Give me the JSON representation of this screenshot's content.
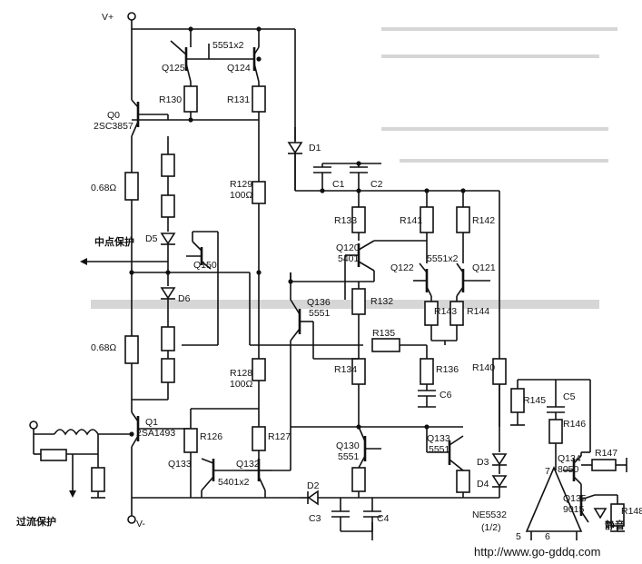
{
  "nodes": {
    "vplus": "V+",
    "vminus": "V-",
    "q125": "Q125",
    "q124": "Q124",
    "pair_top": "5551x2",
    "r130": "R130",
    "r131": "R131",
    "q0": "Q0",
    "q0_part": "2SC3857",
    "d1": "D1",
    "r129": "R129",
    "r129_val": "100Ω",
    "r_emit_top": "0.68Ω",
    "c1": "C1",
    "c2": "C2",
    "d5": "D5",
    "midpoint_protect": "中点保护",
    "q150": "Q150",
    "r133": "R133",
    "r141": "R141",
    "r142": "R142",
    "q120": "Q120",
    "q120_part": "5401",
    "q122": "Q122",
    "q121": "Q121",
    "pair_diff": "5551x2",
    "d6": "D6",
    "q136": "Q136",
    "q136_part": "5551",
    "r132": "R132",
    "r143": "R143",
    "r144": "R144",
    "r_emit_bot": "0.68Ω",
    "r135": "R135",
    "r128": "R128",
    "r128_val": "100Ω",
    "r134": "R134",
    "r136": "R136",
    "c6": "C6",
    "r140": "R140",
    "r145": "R145",
    "c5": "C5",
    "q1": "Q1",
    "q1_part": "2SA1493",
    "r126": "R126",
    "r127": "R127",
    "q130": "Q130",
    "q130_part": "5551",
    "q133": "Q133",
    "q133_part": "5551",
    "d3": "D3",
    "d4": "D4",
    "r146": "R146",
    "q134": "Q134",
    "q134_part": "8050",
    "r147": "R147",
    "q135": "Q135",
    "q135_part": "9015",
    "mute": "静音",
    "r148": "R148",
    "opamp": "NE5532",
    "opamp_half": "(1/2)",
    "pin5": "5",
    "pin6": "6",
    "pin7": "7",
    "q133b": "Q133",
    "q132": "Q132",
    "pair_bot": "5401x2",
    "d2": "D2",
    "c3": "C3",
    "c4": "C4",
    "overcurrent_protect": "过流保护",
    "url": "http://www.go-gddq.com"
  }
}
